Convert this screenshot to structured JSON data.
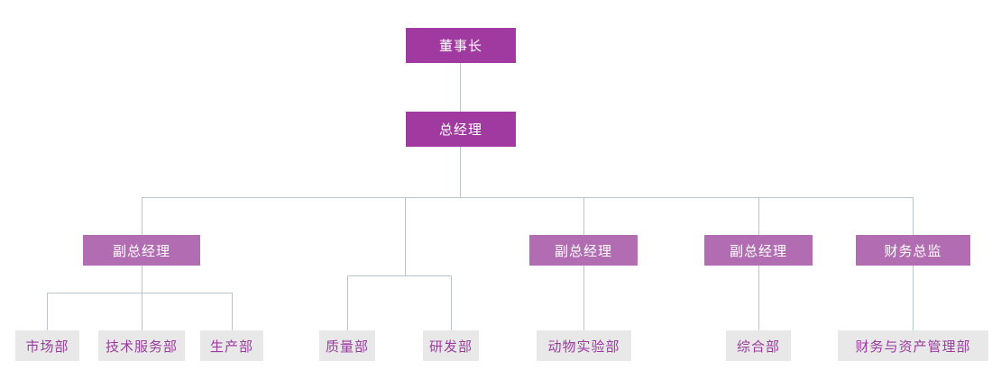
{
  "org_chart": {
    "levels": {
      "level1": {
        "label": "董事长"
      },
      "level2": {
        "label": "总经理"
      },
      "level3": [
        {
          "label": "副总经理"
        },
        {
          "label": "副总经理"
        },
        {
          "label": "副总经理"
        },
        {
          "label": "财务总监"
        }
      ],
      "level4": [
        {
          "label": "市场部"
        },
        {
          "label": "技术服务部"
        },
        {
          "label": "生产部"
        },
        {
          "label": "质量部"
        },
        {
          "label": "研发部"
        },
        {
          "label": "动物实验部"
        },
        {
          "label": "综合部"
        },
        {
          "label": "财务与资产管理部"
        }
      ]
    },
    "colors": {
      "level1_fill": "#a13aa0",
      "level3_fill": "#b16cb2",
      "department_fill": "#e9e8e9",
      "department_text": "#9a3c9e",
      "node_text": "#ffffff",
      "connector": "#b9c6ce"
    }
  }
}
